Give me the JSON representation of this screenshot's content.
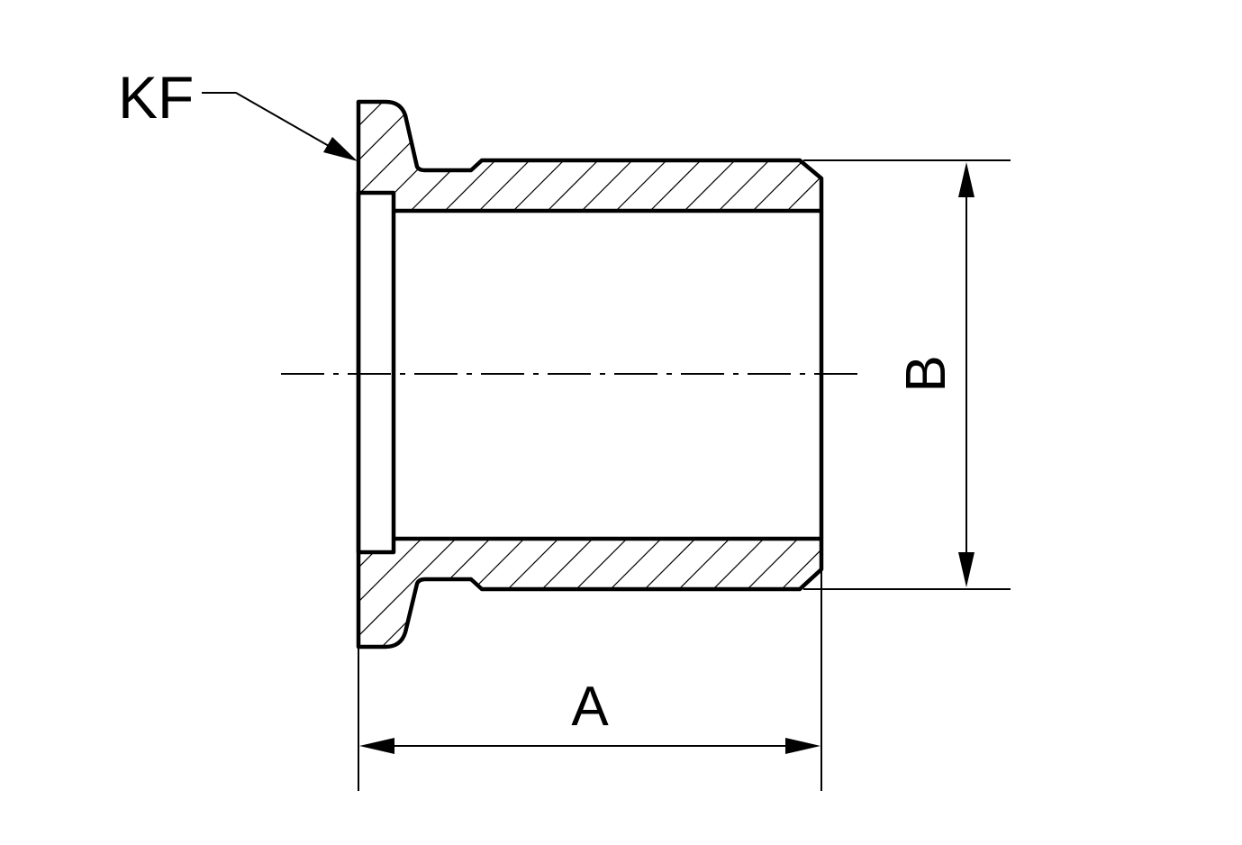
{
  "labels": {
    "kf": "KF",
    "a": "A",
    "b": "B"
  },
  "colors": {
    "line": "#000000",
    "background": "#ffffff"
  }
}
